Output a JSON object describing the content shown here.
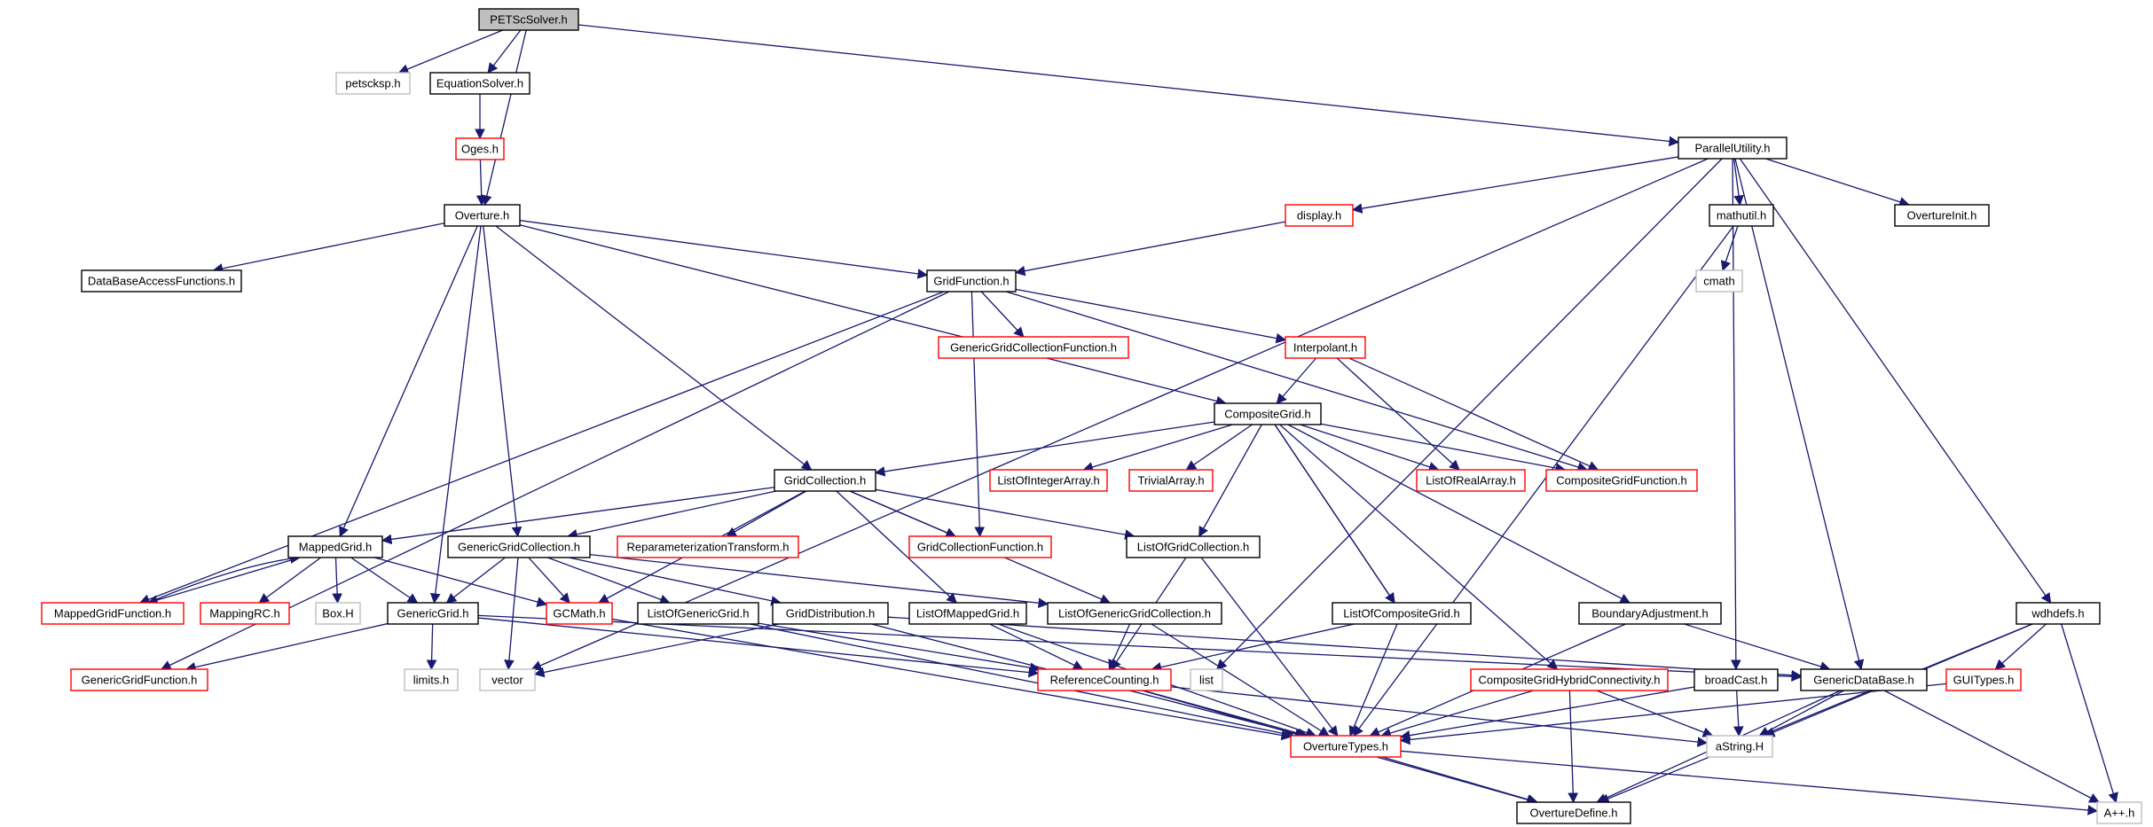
{
  "colors": {
    "edge": "#191970",
    "border_normal": "#000000",
    "border_truncated": "#ff0000",
    "border_external": "#bfbfbf",
    "root_fill": "#bfbfbf",
    "fill": "#ffffff"
  },
  "nodes": [
    {
      "id": "petscsolver",
      "label": "PETScSolver.h",
      "style": "root"
    },
    {
      "id": "petscksp",
      "label": "petscksp.h",
      "style": "external"
    },
    {
      "id": "equationsolver",
      "label": "EquationSolver.h",
      "style": "normal"
    },
    {
      "id": "oges",
      "label": "Oges.h",
      "style": "truncated"
    },
    {
      "id": "overture",
      "label": "Overture.h",
      "style": "normal"
    },
    {
      "id": "parallelutility",
      "label": "ParallelUtility.h",
      "style": "normal"
    },
    {
      "id": "databaseaccess",
      "label": "DataBaseAccessFunctions.h",
      "style": "normal"
    },
    {
      "id": "display",
      "label": "display.h",
      "style": "truncated"
    },
    {
      "id": "mathutil",
      "label": "mathutil.h",
      "style": "normal"
    },
    {
      "id": "ovtinit",
      "label": "OvertureInit.h",
      "style": "normal"
    },
    {
      "id": "cmath",
      "label": "cmath",
      "style": "external"
    },
    {
      "id": "gridfunction",
      "label": "GridFunction.h",
      "style": "normal"
    },
    {
      "id": "ggcfunction",
      "label": "GenericGridCollectionFunction.h",
      "style": "truncated"
    },
    {
      "id": "interpolant",
      "label": "Interpolant.h",
      "style": "truncated"
    },
    {
      "id": "compositegrid",
      "label": "CompositeGrid.h",
      "style": "normal"
    },
    {
      "id": "gridcollection",
      "label": "GridCollection.h",
      "style": "normal"
    },
    {
      "id": "listofintarray",
      "label": "ListOfIntegerArray.h",
      "style": "truncated"
    },
    {
      "id": "trivialarray",
      "label": "TrivialArray.h",
      "style": "truncated"
    },
    {
      "id": "listofrealarray",
      "label": "ListOfRealArray.h",
      "style": "truncated"
    },
    {
      "id": "cgfunction",
      "label": "CompositeGridFunction.h",
      "style": "truncated"
    },
    {
      "id": "mappedgrid",
      "label": "MappedGrid.h",
      "style": "normal"
    },
    {
      "id": "ggcollection",
      "label": "GenericGridCollection.h",
      "style": "normal"
    },
    {
      "id": "reparam",
      "label": "ReparameterizationTransform.h",
      "style": "truncated"
    },
    {
      "id": "gcfunction",
      "label": "GridCollectionFunction.h",
      "style": "truncated"
    },
    {
      "id": "listofgc",
      "label": "ListOfGridCollection.h",
      "style": "normal"
    },
    {
      "id": "mgfunction",
      "label": "MappedGridFunction.h",
      "style": "truncated"
    },
    {
      "id": "mappingrc",
      "label": "MappingRC.h",
      "style": "truncated"
    },
    {
      "id": "boxh",
      "label": "Box.H",
      "style": "external"
    },
    {
      "id": "genericgrid",
      "label": "GenericGrid.h",
      "style": "normal"
    },
    {
      "id": "gcmath",
      "label": "GCMath.h",
      "style": "truncated"
    },
    {
      "id": "listofgg",
      "label": "ListOfGenericGrid.h",
      "style": "normal"
    },
    {
      "id": "griddist",
      "label": "GridDistribution.h",
      "style": "normal"
    },
    {
      "id": "listofmg",
      "label": "ListOfMappedGrid.h",
      "style": "normal"
    },
    {
      "id": "listofggc",
      "label": "ListOfGenericGridCollection.h",
      "style": "normal"
    },
    {
      "id": "listofcg",
      "label": "ListOfCompositeGrid.h",
      "style": "normal"
    },
    {
      "id": "boundaryadj",
      "label": "BoundaryAdjustment.h",
      "style": "normal"
    },
    {
      "id": "wdhdefs",
      "label": "wdhdefs.h",
      "style": "normal"
    },
    {
      "id": "ggfunction",
      "label": "GenericGridFunction.h",
      "style": "truncated"
    },
    {
      "id": "limitsh",
      "label": "limits.h",
      "style": "external"
    },
    {
      "id": "vector",
      "label": "vector",
      "style": "external"
    },
    {
      "id": "refcount",
      "label": "ReferenceCounting.h",
      "style": "truncated"
    },
    {
      "id": "list",
      "label": "list",
      "style": "external"
    },
    {
      "id": "cghybrid",
      "label": "CompositeGridHybridConnectivity.h",
      "style": "truncated"
    },
    {
      "id": "broadcast",
      "label": "broadCast.h",
      "style": "normal"
    },
    {
      "id": "gdatabase",
      "label": "GenericDataBase.h",
      "style": "normal"
    },
    {
      "id": "guitypes",
      "label": "GUITypes.h",
      "style": "truncated"
    },
    {
      "id": "ovttypes",
      "label": "OvertureTypes.h",
      "style": "truncated"
    },
    {
      "id": "astring",
      "label": "aString.H",
      "style": "external"
    },
    {
      "id": "appdefs",
      "label": "A++.h",
      "style": "external"
    },
    {
      "id": "ovtdefine",
      "label": "OvertureDefine.h",
      "style": "normal"
    }
  ],
  "edges": [
    [
      "petscsolver",
      "petscksp"
    ],
    [
      "petscsolver",
      "equationsolver"
    ],
    [
      "petscsolver",
      "overture"
    ],
    [
      "petscsolver",
      "parallelutility"
    ],
    [
      "equationsolver",
      "oges"
    ],
    [
      "oges",
      "overture"
    ],
    [
      "overture",
      "databaseaccess"
    ],
    [
      "overture",
      "gridfunction"
    ],
    [
      "overture",
      "mappedgrid"
    ],
    [
      "overture",
      "genericgrid"
    ],
    [
      "overture",
      "ggcollection"
    ],
    [
      "overture",
      "gridcollection"
    ],
    [
      "overture",
      "compositegrid"
    ],
    [
      "parallelutility",
      "display"
    ],
    [
      "parallelutility",
      "mathutil"
    ],
    [
      "parallelutility",
      "ovtinit"
    ],
    [
      "parallelutility",
      "wdhdefs"
    ],
    [
      "parallelutility",
      "gdatabase"
    ],
    [
      "parallelutility",
      "broadcast"
    ],
    [
      "parallelutility",
      "list"
    ],
    [
      "parallelutility",
      "vector"
    ],
    [
      "display",
      "gridfunction"
    ],
    [
      "mathutil",
      "cmath"
    ],
    [
      "mathutil",
      "ovttypes"
    ],
    [
      "gridfunction",
      "ggcfunction"
    ],
    [
      "gridfunction",
      "interpolant"
    ],
    [
      "gridfunction",
      "gcfunction"
    ],
    [
      "gridfunction",
      "cgfunction"
    ],
    [
      "gridfunction",
      "mgfunction"
    ],
    [
      "gridfunction",
      "ggfunction"
    ],
    [
      "interpolant",
      "compositegrid"
    ],
    [
      "interpolant",
      "listofrealarray"
    ],
    [
      "interpolant",
      "cgfunction"
    ],
    [
      "compositegrid",
      "gridcollection"
    ],
    [
      "compositegrid",
      "listofintarray"
    ],
    [
      "compositegrid",
      "trivialarray"
    ],
    [
      "compositegrid",
      "listofrealarray"
    ],
    [
      "compositegrid",
      "cgfunction"
    ],
    [
      "compositegrid",
      "listofgc"
    ],
    [
      "compositegrid",
      "listofcg"
    ],
    [
      "compositegrid",
      "boundaryadj"
    ],
    [
      "compositegrid",
      "cghybrid"
    ],
    [
      "compositegrid",
      "listofcg"
    ],
    [
      "gridcollection",
      "mappedgrid"
    ],
    [
      "gridcollection",
      "ggcollection"
    ],
    [
      "gridcollection",
      "reparam"
    ],
    [
      "gridcollection",
      "gcfunction"
    ],
    [
      "gridcollection",
      "listofgc"
    ],
    [
      "gridcollection",
      "gcmath"
    ],
    [
      "gridcollection",
      "listofmg"
    ],
    [
      "gridcollection",
      "listofggc"
    ],
    [
      "mappedgrid",
      "mgfunction"
    ],
    [
      "mappedgrid",
      "mappingrc"
    ],
    [
      "mappedgrid",
      "boxh"
    ],
    [
      "mappedgrid",
      "genericgrid"
    ],
    [
      "mappedgrid",
      "gcmath"
    ],
    [
      "mgfunction",
      "mappedgrid"
    ],
    [
      "ggcollection",
      "genericgrid"
    ],
    [
      "ggcollection",
      "gcmath"
    ],
    [
      "ggcollection",
      "listofgg"
    ],
    [
      "ggcollection",
      "griddist"
    ],
    [
      "ggcollection",
      "vector"
    ],
    [
      "ggcollection",
      "listofggc"
    ],
    [
      "genericgrid",
      "ggfunction"
    ],
    [
      "genericgrid",
      "limitsh"
    ],
    [
      "genericgrid",
      "refcount"
    ],
    [
      "genericgrid",
      "gdatabase"
    ],
    [
      "gcmath",
      "ovttypes"
    ],
    [
      "listofgg",
      "refcount"
    ],
    [
      "listofgg",
      "ovttypes"
    ],
    [
      "griddist",
      "vector"
    ],
    [
      "griddist",
      "ovttypes"
    ],
    [
      "griddist",
      "gdatabase"
    ],
    [
      "listofmg",
      "refcount"
    ],
    [
      "listofmg",
      "ovttypes"
    ],
    [
      "listofggc",
      "refcount"
    ],
    [
      "listofggc",
      "ovttypes"
    ],
    [
      "listofgc",
      "refcount"
    ],
    [
      "listofgc",
      "ovttypes"
    ],
    [
      "listofcg",
      "ovttypes"
    ],
    [
      "listofcg",
      "refcount"
    ],
    [
      "boundaryadj",
      "ovttypes"
    ],
    [
      "boundaryadj",
      "gdatabase"
    ],
    [
      "cghybrid",
      "ovttypes"
    ],
    [
      "cghybrid",
      "astring"
    ],
    [
      "cghybrid",
      "ovtdefine"
    ],
    [
      "refcount",
      "ovttypes"
    ],
    [
      "refcount",
      "ovtdefine"
    ],
    [
      "refcount",
      "astring"
    ],
    [
      "broadcast",
      "ovttypes"
    ],
    [
      "broadcast",
      "astring"
    ],
    [
      "gdatabase",
      "astring"
    ],
    [
      "gdatabase",
      "appdefs"
    ],
    [
      "gdatabase",
      "ovtdefine"
    ],
    [
      "wdhdefs",
      "guitypes"
    ],
    [
      "wdhdefs",
      "astring"
    ],
    [
      "wdhdefs",
      "appdefs"
    ],
    [
      "wdhdefs",
      "ovtdefine"
    ],
    [
      "guitypes",
      "ovttypes"
    ],
    [
      "ovttypes",
      "ovtdefine"
    ],
    [
      "ovttypes",
      "appdefs"
    ]
  ]
}
